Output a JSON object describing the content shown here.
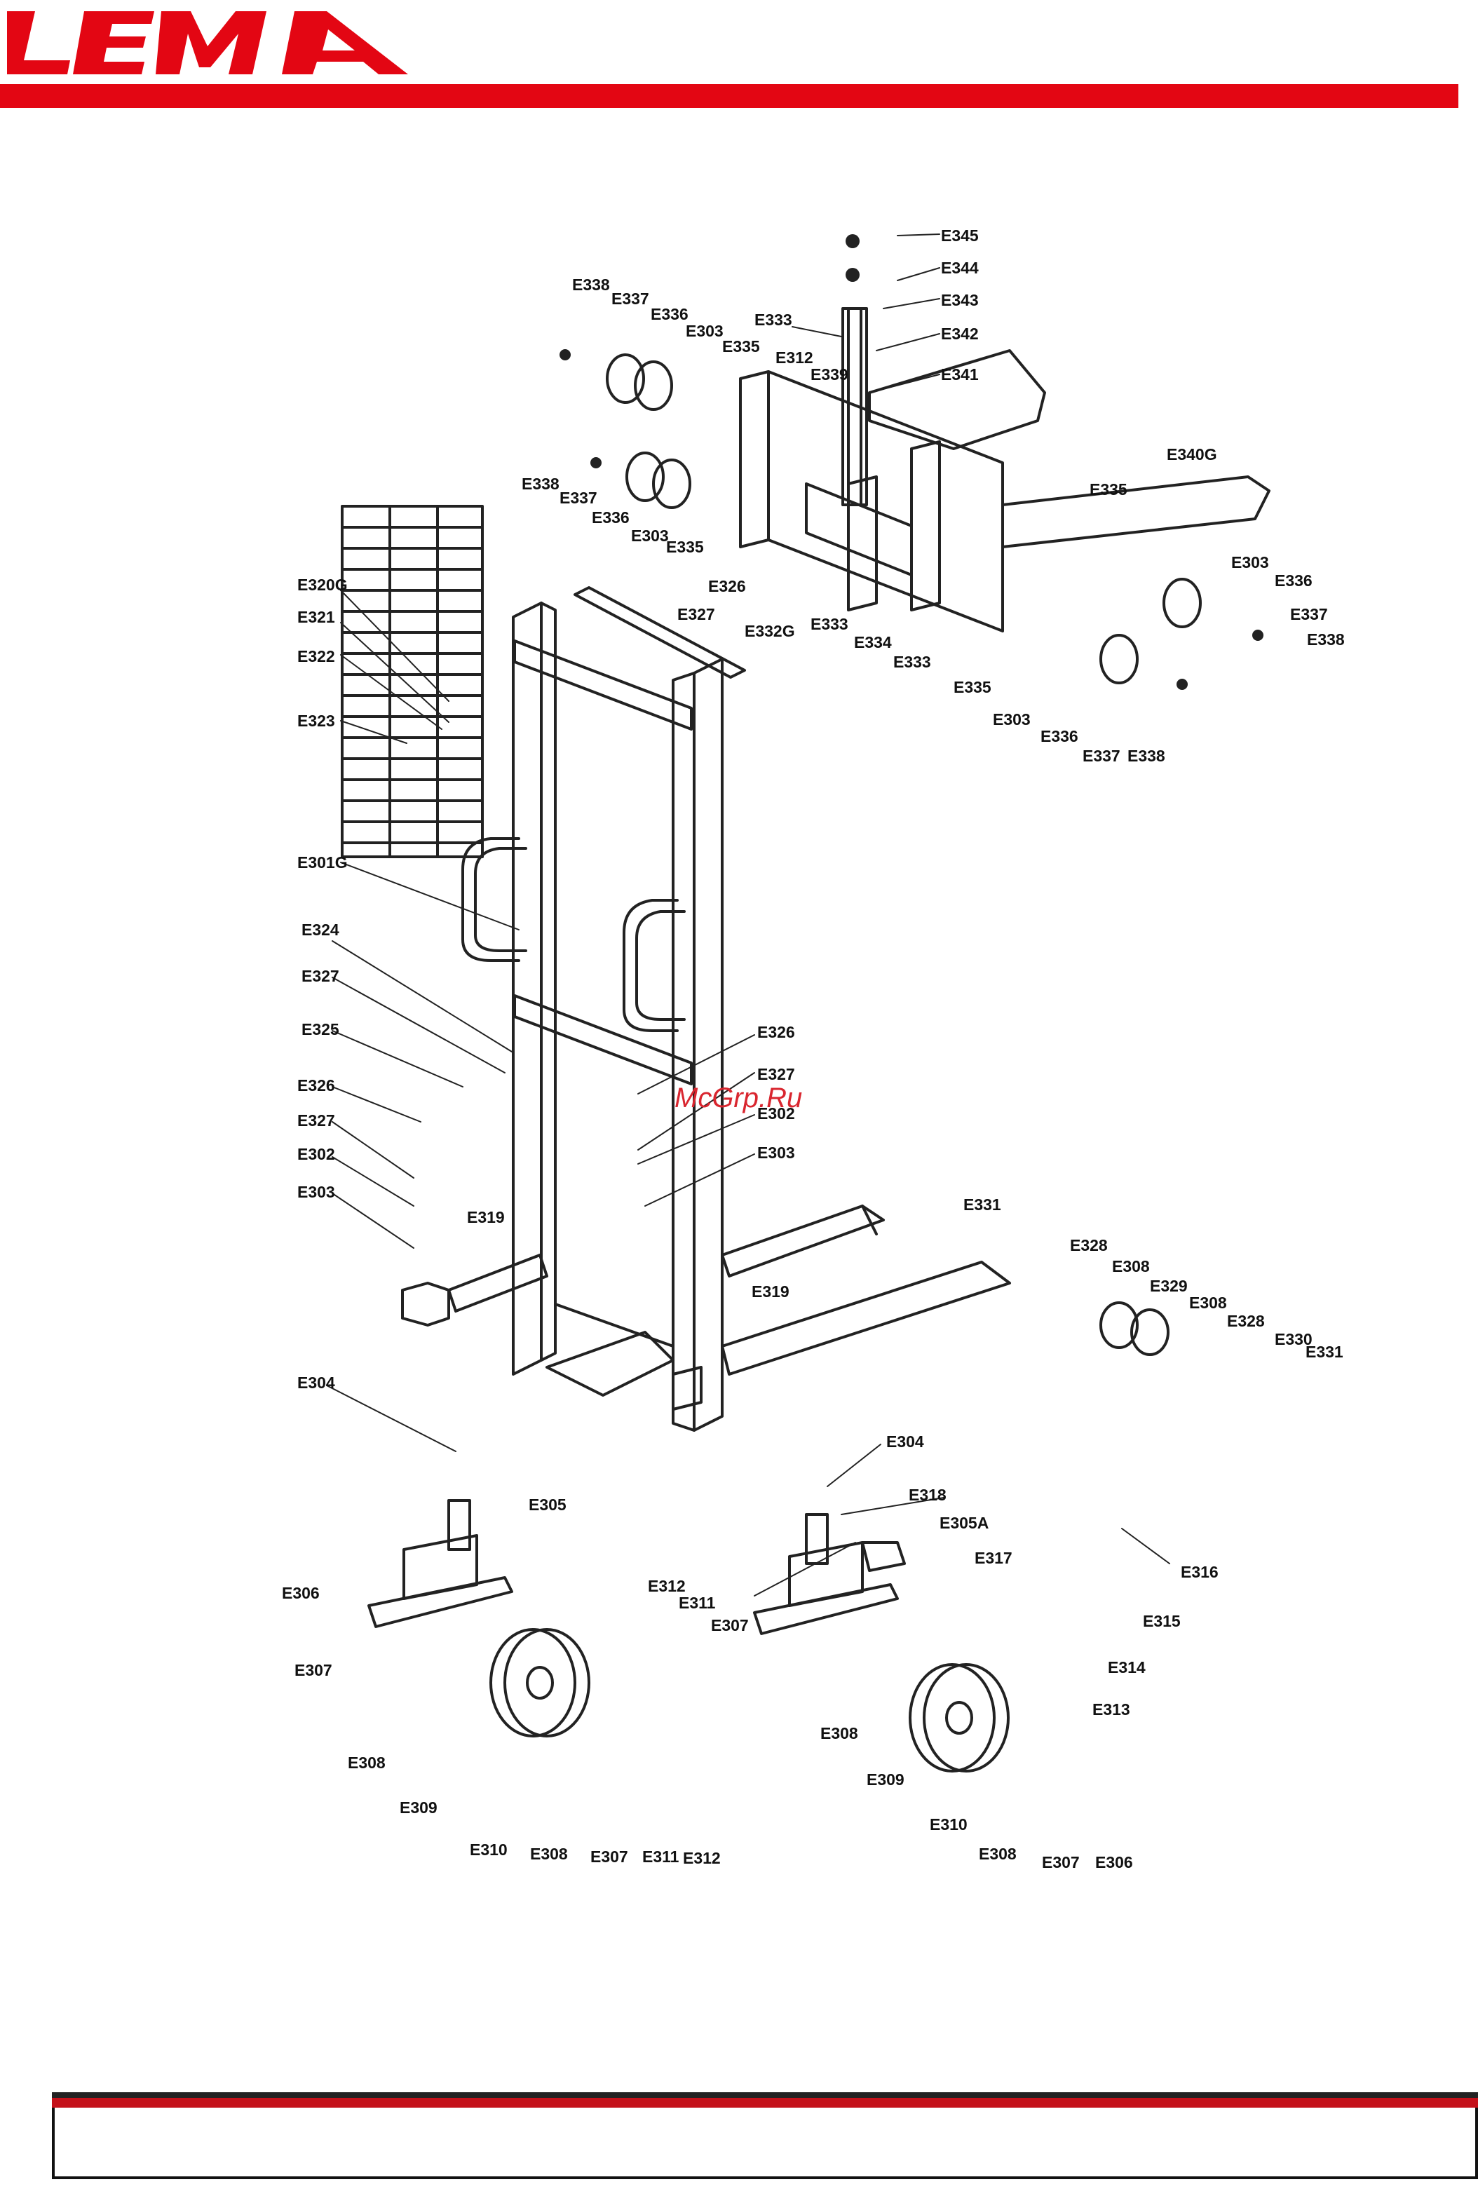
{
  "brand": {
    "logo_text": "LEMA",
    "color": "#e30613"
  },
  "watermark": "McGrp.Ru",
  "parts": [
    {
      "id": "E345"
    },
    {
      "id": "E344"
    },
    {
      "id": "E343"
    },
    {
      "id": "E342"
    },
    {
      "id": "E341"
    },
    {
      "id": "E340G"
    },
    {
      "id": "E339"
    },
    {
      "id": "E338"
    },
    {
      "id": "E337"
    },
    {
      "id": "E336"
    },
    {
      "id": "E335"
    },
    {
      "id": "E334"
    },
    {
      "id": "E333"
    },
    {
      "id": "E332G"
    },
    {
      "id": "E331"
    },
    {
      "id": "E330"
    },
    {
      "id": "E329"
    },
    {
      "id": "E328"
    },
    {
      "id": "E327"
    },
    {
      "id": "E326"
    },
    {
      "id": "E325"
    },
    {
      "id": "E324"
    },
    {
      "id": "E323"
    },
    {
      "id": "E322"
    },
    {
      "id": "E321"
    },
    {
      "id": "E320G"
    },
    {
      "id": "E319"
    },
    {
      "id": "E318"
    },
    {
      "id": "E317"
    },
    {
      "id": "E316"
    },
    {
      "id": "E315"
    },
    {
      "id": "E314"
    },
    {
      "id": "E313"
    },
    {
      "id": "E312"
    },
    {
      "id": "E311"
    },
    {
      "id": "E310"
    },
    {
      "id": "E309"
    },
    {
      "id": "E308"
    },
    {
      "id": "E307"
    },
    {
      "id": "E306"
    },
    {
      "id": "E305A"
    },
    {
      "id": "E305"
    },
    {
      "id": "E304"
    },
    {
      "id": "E303"
    },
    {
      "id": "E302"
    },
    {
      "id": "E301G"
    }
  ],
  "labels": [
    "E345",
    "E344",
    "E343",
    "E342",
    "E333",
    "E341",
    "E338",
    "E337",
    "E336",
    "E303",
    "E335",
    "E312",
    "E339",
    "E340G",
    "E338",
    "E337",
    "E336",
    "E303",
    "E335",
    "E335",
    "E303",
    "E336",
    "E337",
    "E338",
    "E333",
    "E334",
    "E333",
    "E335",
    "E303",
    "E336",
    "E337",
    "E338",
    "E320G",
    "E326",
    "E327",
    "E332G",
    "E321",
    "E322",
    "E323",
    "E301G",
    "E324",
    "E327",
    "E325",
    "E326",
    "E326",
    "E327",
    "E302",
    "E303",
    "E327",
    "E302",
    "E303",
    "E319",
    "E319",
    "E331",
    "E328",
    "E308",
    "E329",
    "E308",
    "E328",
    "E330",
    "E331",
    "E304",
    "E304",
    "E305",
    "E318",
    "E305A",
    "E317",
    "E312",
    "E311",
    "E307",
    "E316",
    "E306",
    "E307",
    "E315",
    "E314",
    "E313",
    "E308",
    "E309",
    "E308",
    "E309",
    "E310",
    "E308",
    "E307",
    "E311",
    "E312",
    "E310",
    "E308",
    "E307",
    "E306"
  ]
}
